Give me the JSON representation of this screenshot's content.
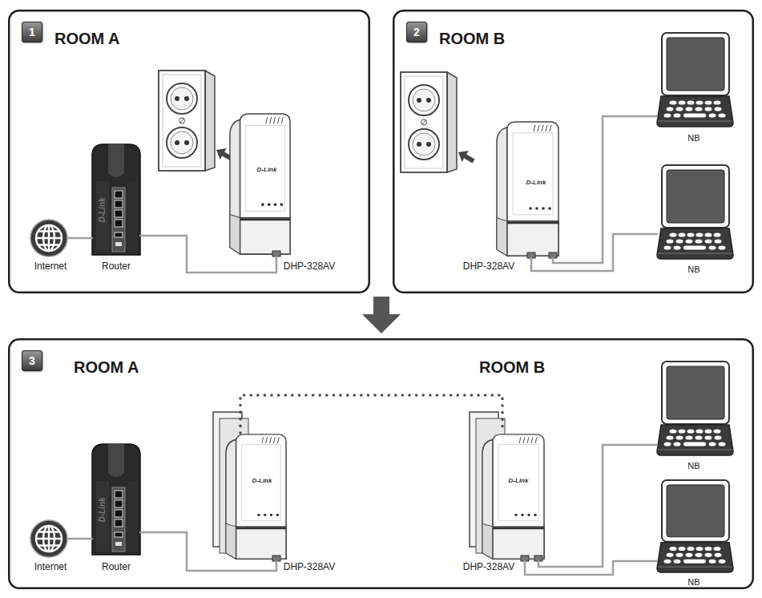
{
  "diagram": {
    "nodes": [
      {
        "text": [
          "ROOM A"
        ]
      },
      {
        "text": [
          "1"
        ],
        "in": 0
      },
      {
        "text": [
          "Internet"
        ],
        "in": 0
      },
      {
        "text": [
          "Router"
        ],
        "in": 0
      },
      {
        "text": [
          "DHP-328AV"
        ],
        "in": 0
      },
      {
        "text": [
          "ROOM B"
        ]
      },
      {
        "text": [
          "2"
        ],
        "in": 5
      },
      {
        "text": [
          "NB"
        ],
        "in": 5
      },
      {
        "text": [
          "NB"
        ],
        "in": 5
      },
      {
        "text": [
          "DHP-328AV"
        ],
        "in": 5
      },
      {
        "text": [
          "ROOM A",
          "ROOM B"
        ]
      },
      {
        "text": [
          "3"
        ],
        "in": 10
      },
      {
        "text": [
          "Internet"
        ],
        "in": 10
      },
      {
        "text": [
          "Router"
        ],
        "in": 10
      },
      {
        "text": [
          "DHP-328AV"
        ],
        "in": 10
      },
      {
        "text": [
          "NB"
        ],
        "in": 10
      },
      {
        "text": [
          "NB"
        ],
        "in": 10
      },
      {
        "text": [
          "DHP-328AV"
        ],
        "in": 10
      }
    ],
    "edges": [
      {
        "from": 2,
        "to": 3,
        "arrow": "none"
      },
      {
        "from": 3,
        "to": 4,
        "arrow": "none"
      },
      {
        "from": 9,
        "to": 7,
        "arrow": "none"
      },
      {
        "from": 9,
        "to": 8,
        "arrow": "none"
      },
      {
        "from": 12,
        "to": 13,
        "arrow": "none"
      },
      {
        "from": 13,
        "to": 14,
        "arrow": "none"
      },
      {
        "from": 14,
        "to": 17,
        "arrow": "none"
      },
      {
        "from": 17,
        "to": 15,
        "arrow": "none"
      },
      {
        "from": 17,
        "to": 16,
        "arrow": "none"
      }
    ],
    "labels": [
      "D-Link",
      "D-Link",
      "D-Link",
      "D-Link",
      "D-Link",
      "D-Link"
    ]
  }
}
